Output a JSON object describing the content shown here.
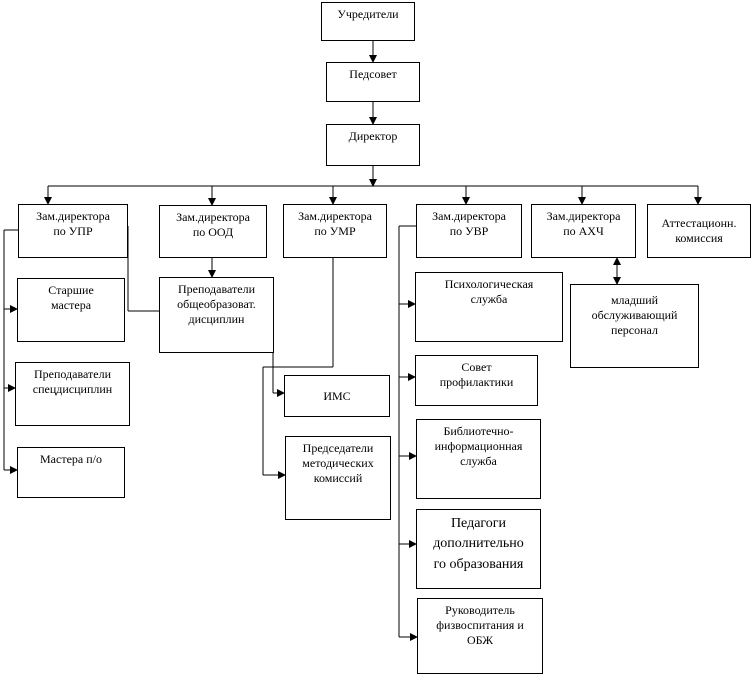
{
  "nodes": {
    "founders": "Учредители",
    "ped_council": "Педсовет",
    "director": "Директор",
    "dep_upr": "Зам.директора\nпо УПР",
    "dep_ood": "Зам.директора\nпо ООД",
    "dep_umr": "Зам.директора\nпо УМР",
    "dep_uvr": "Зам.директора\nпо УВР",
    "dep_ahch": "Зам.директора\nпо АХЧ",
    "attestation": "Аттестационн.\nкомиссия",
    "senior_masters": "Старшие\nмастера",
    "spec_teachers": "Преподаватели\nспецдисциплин",
    "po_masters": "Мастера п/о",
    "gen_teachers": "Преподаватели\nобщеобразоват.\nдисциплин",
    "ims": "ИМС",
    "method_chairs": "Председатели\nметодических\nкомиссий",
    "psych_service": "Психологическая\nслужба",
    "prevention_council": "Совет\nпрофилактики",
    "library_service": "Библиотечно-\nинформационная\nслужба",
    "extra_teachers": "Педагоги\nдополнительно\nго образования",
    "pe_head": "Руководитель\nфизвоспитания и\nОБЖ",
    "junior_staff": "младший\nобслуживающий\nперсонал"
  }
}
